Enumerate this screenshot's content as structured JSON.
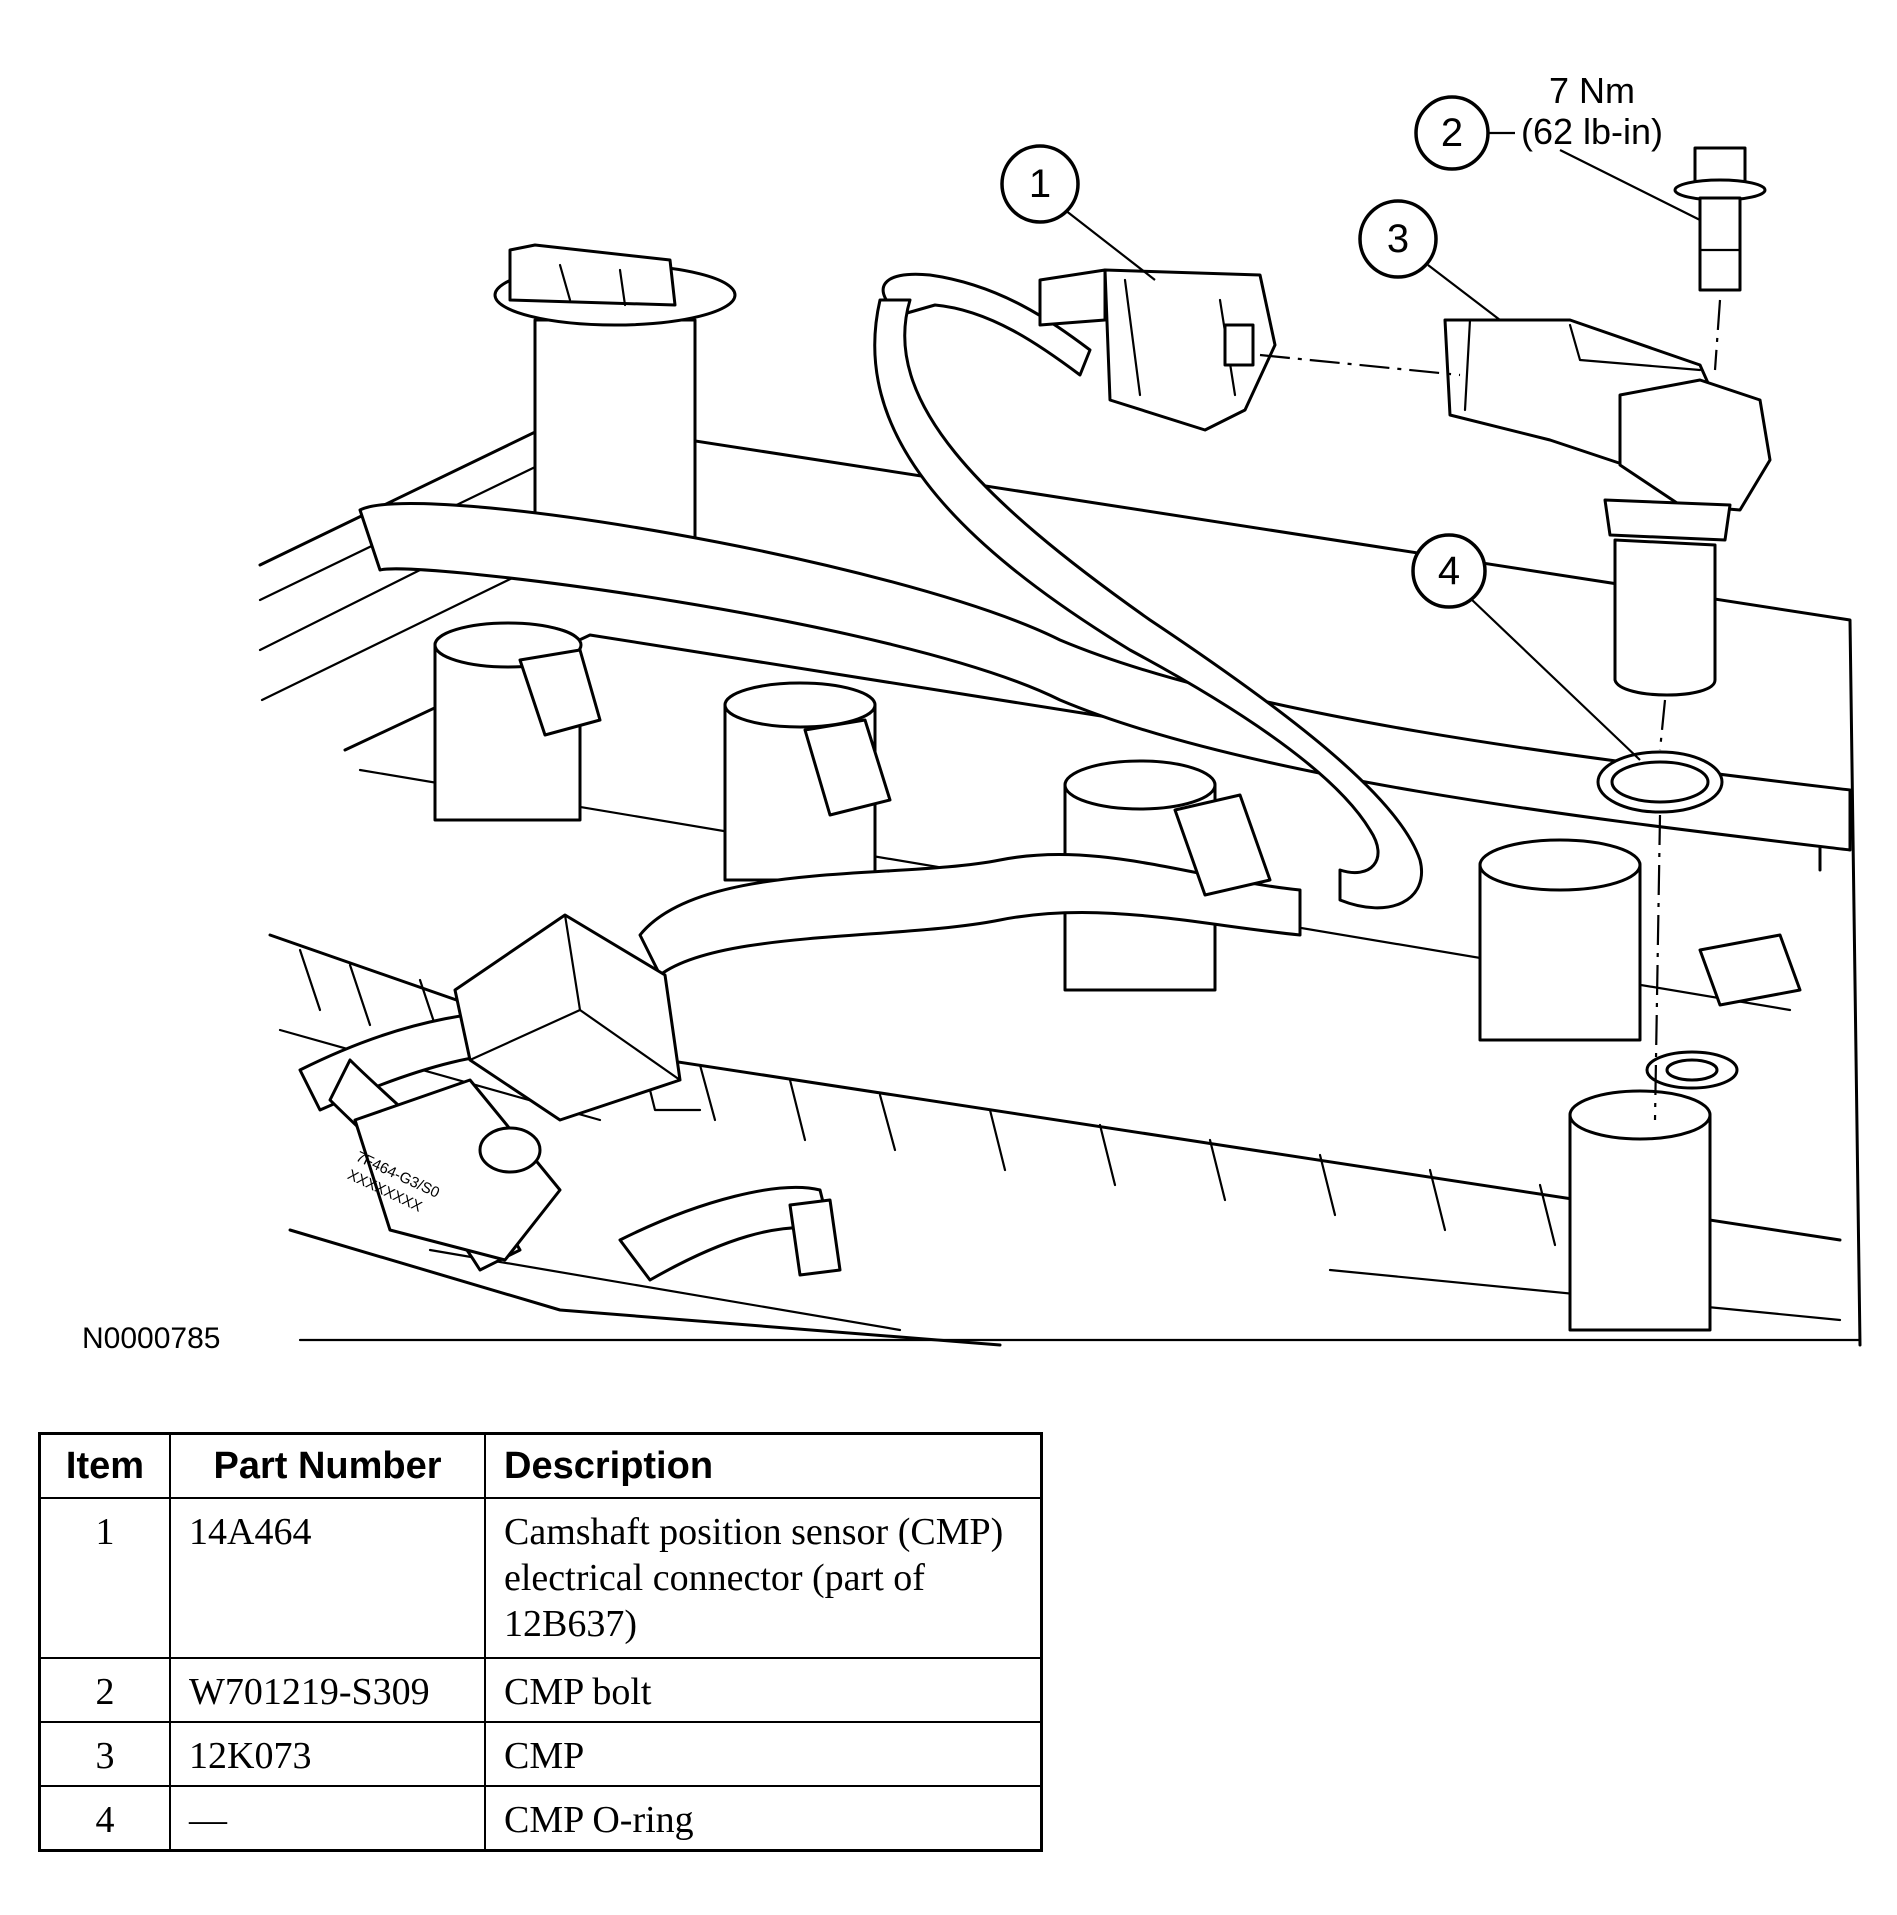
{
  "figure": {
    "id": "N0000785",
    "torque_value": "7 Nm",
    "torque_imperial": "(62 lb-in)",
    "callouts": [
      "1",
      "2",
      "3",
      "4"
    ],
    "labels_on_part": {
      "sticker_line1": "7F464-G3/S0",
      "sticker_line2": "XXXXXXXX"
    }
  },
  "table": {
    "headers": {
      "item": "Item",
      "part_number": "Part Number",
      "description": "Description"
    },
    "rows": [
      {
        "item": "1",
        "part_number": "14A464",
        "description": "Camshaft position sensor (CMP) electrical connector (part of 12B637)"
      },
      {
        "item": "2",
        "part_number": "W701219-S309",
        "description": "CMP bolt"
      },
      {
        "item": "3",
        "part_number": "12K073",
        "description": "CMP"
      },
      {
        "item": "4",
        "part_number": "—",
        "description": "CMP O-ring"
      }
    ]
  }
}
